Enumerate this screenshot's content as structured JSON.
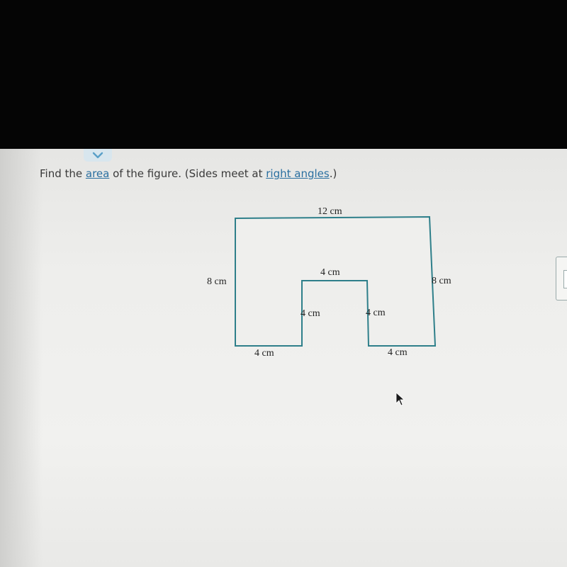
{
  "question": {
    "prefix": "Find the ",
    "link_area": "area",
    "middle": " of the figure. (Sides meet at ",
    "link_right_angles": "right angles",
    "suffix": ".)"
  },
  "figure": {
    "top_label": "12 cm",
    "left_label": "8 cm",
    "right_label": "8 cm",
    "notch_top_label": "4 cm",
    "notch_left_label": "4 cm",
    "notch_right_label": "4 cm",
    "bottom_left_label": "4 cm",
    "bottom_right_label": "4 cm",
    "stroke_color": "#2e7f8a"
  },
  "colors": {
    "link": "#2a6fa0",
    "collapse_tab": "#d8e6ee",
    "chevron": "#5aa0c8"
  },
  "icons": {
    "collapse": "chevron-down-icon",
    "pointer": "mouse-cursor-icon"
  }
}
